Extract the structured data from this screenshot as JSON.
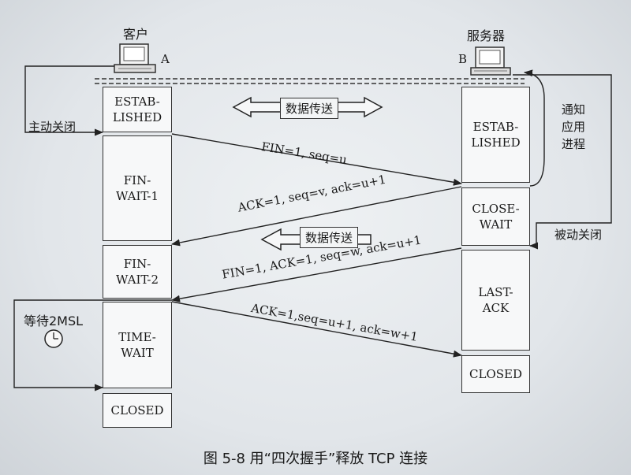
{
  "client": {
    "label": "客户",
    "letter": "A"
  },
  "server": {
    "label": "服务器",
    "letter": "B"
  },
  "client_states": [
    "ESTAB-\nLISHED",
    "FIN-\nWAIT-1",
    "FIN-\nWAIT-2",
    "TIME-\nWAIT",
    "CLOSED"
  ],
  "server_states": [
    "ESTAB-\nLISHED",
    "CLOSE-\nWAIT",
    "LAST-\nACK",
    "CLOSED"
  ],
  "messages": {
    "fin1": "FIN=1, seq=u",
    "ack1": "ACK=1, seq=v, ack=u+1",
    "fin2": "FIN=1, ACK=1, seq=w, ack=u+1",
    "ack2": "ACK=1,seq=u+1, ack=w+1"
  },
  "labels": {
    "data_transfer": "数据传送",
    "data_transfer_2": "数据传送",
    "active_close": "主动关闭",
    "passive_close": "被动关闭",
    "notify_app": "通知\n应用\n进程",
    "wait_2msl": "等待2MSL"
  },
  "caption": "图 5-8   用“四次握手”释放 TCP 连接"
}
